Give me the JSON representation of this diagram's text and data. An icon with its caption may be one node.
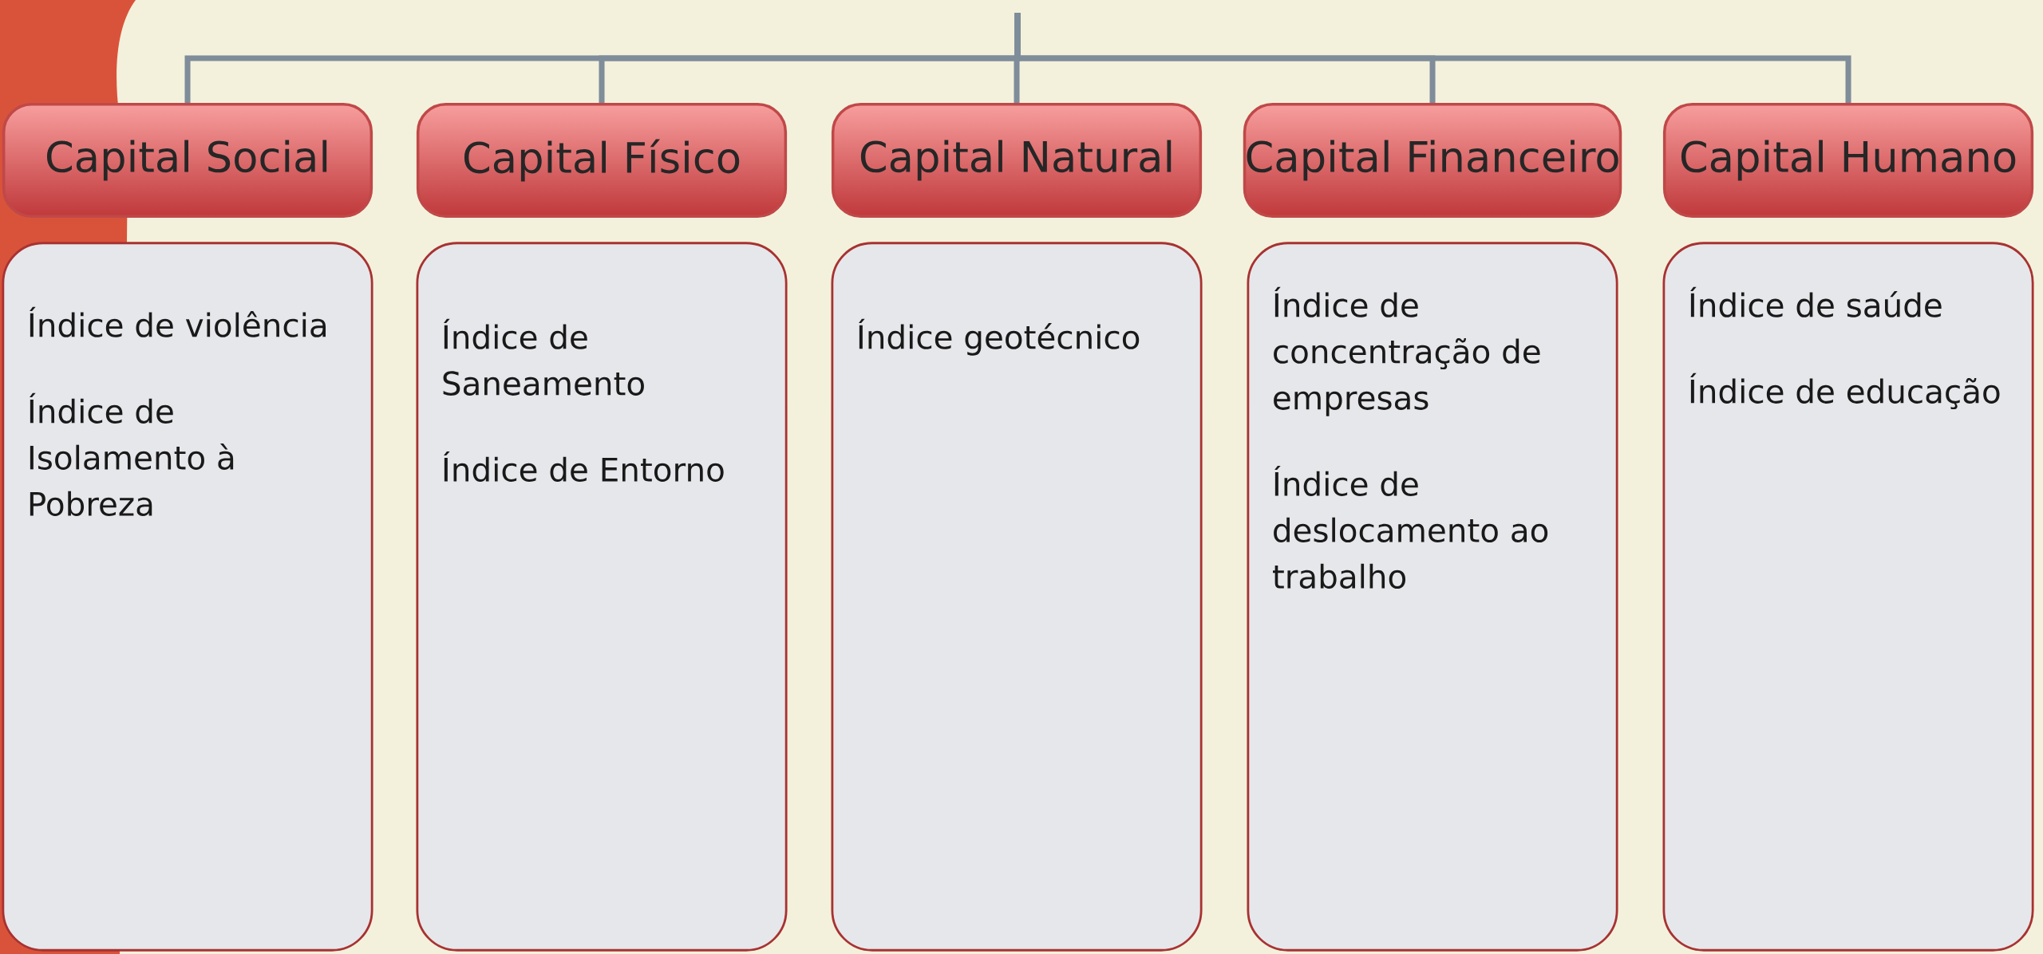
{
  "diagram": {
    "nodes": [
      {
        "text": [
          "Capital Social"
        ]
      },
      {
        "text": [
          "Capital Físico"
        ]
      },
      {
        "text": [
          "Capital Natural"
        ]
      },
      {
        "text": [
          "Capital Financeiro"
        ]
      },
      {
        "text": [
          "Capital Humano"
        ]
      },
      {
        "text": [
          "Índice de violência",
          "Índice de Isolamento à Pobreza"
        ]
      },
      {
        "text": [
          "Índice de Saneamento",
          "Índice de Entorno"
        ]
      },
      {
        "text": [
          "Índice geotécnico"
        ]
      },
      {
        "text": [
          "Índice de concentração de empresas",
          "Índice de deslocamento ao trabalho"
        ]
      },
      {
        "text": [
          "Índice de saúde",
          "Índice de educação"
        ]
      }
    ],
    "edges": [
      {
        "from": null,
        "to": 0,
        "arrow": "none"
      },
      {
        "from": null,
        "to": 1,
        "arrow": "none"
      },
      {
        "from": null,
        "to": 2,
        "arrow": "none"
      },
      {
        "from": null,
        "to": 3,
        "arrow": "none"
      },
      {
        "from": null,
        "to": 4,
        "arrow": "none"
      }
    ]
  }
}
